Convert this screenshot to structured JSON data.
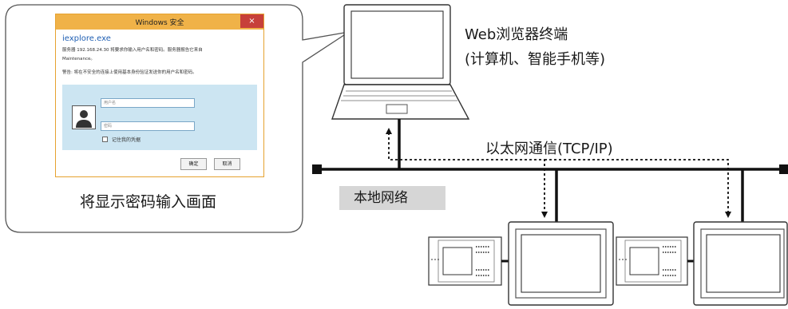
{
  "callout": {
    "caption": "将显示密码输入画面"
  },
  "dialog": {
    "title": "Windows 安全",
    "close_glyph": "×",
    "app_name": "iexplore.exe",
    "message_line1": "服务器 192.168.24.30 将要求你输入用户名和密码。服务器报告它来自",
    "message_line2": "Maintenance。",
    "warning": "警告: 将在不安全的连接上使用基本身份验证发送你的用户名和密码。",
    "username_placeholder": "用户名",
    "password_placeholder": "密码",
    "remember_label": "记住我的凭据",
    "ok_label": "确定",
    "cancel_label": "取消"
  },
  "terminal": {
    "title": "Web浏览器终端",
    "subtitle": "(计算机、智能手机等)"
  },
  "network": {
    "ethernet_label": "以太网通信(TCP/IP)",
    "lan_label": "本地网络"
  }
}
